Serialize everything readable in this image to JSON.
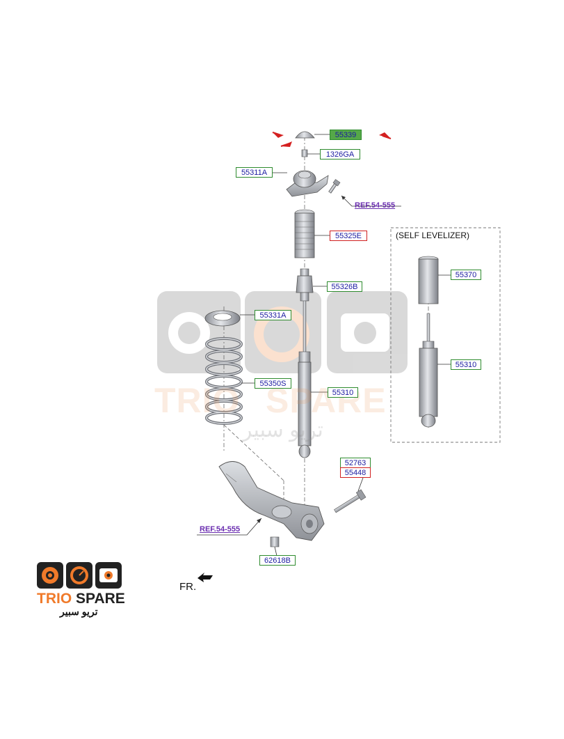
{
  "labels": {
    "p55339": "55339",
    "p1326ga": "1326GA",
    "p55311a": "55311A",
    "p55325e": "55325E",
    "p55326b": "55326B",
    "p55331a": "55331A",
    "p55350s": "55350S",
    "p55310": "55310",
    "p52763": "52763",
    "p55448": "55448",
    "p62618b": "62618B",
    "p55370": "55370",
    "p55310_sl": "55310"
  },
  "refs": {
    "ref_top": "REF.54-555",
    "ref_bottom": "REF.54-555"
  },
  "self_levelizer_title": "(SELF LEVELIZER)",
  "fr_label": "FR.",
  "watermark": {
    "trio": "TRIO",
    "spare": "SPARE",
    "arabic": "تريو سبير"
  },
  "logo": {
    "trio": "TRIO",
    "spare": "SPARE",
    "arabic": "تريو سبير"
  },
  "colors": {
    "label_border": "#2e8b2e",
    "highlight_border": "#d02020",
    "label_text": "#1a1aa0",
    "ref_text": "#6b2fb0",
    "arrow_red": "#d42020",
    "logo_dark": "#222222",
    "logo_orange": "#f07a2a"
  }
}
